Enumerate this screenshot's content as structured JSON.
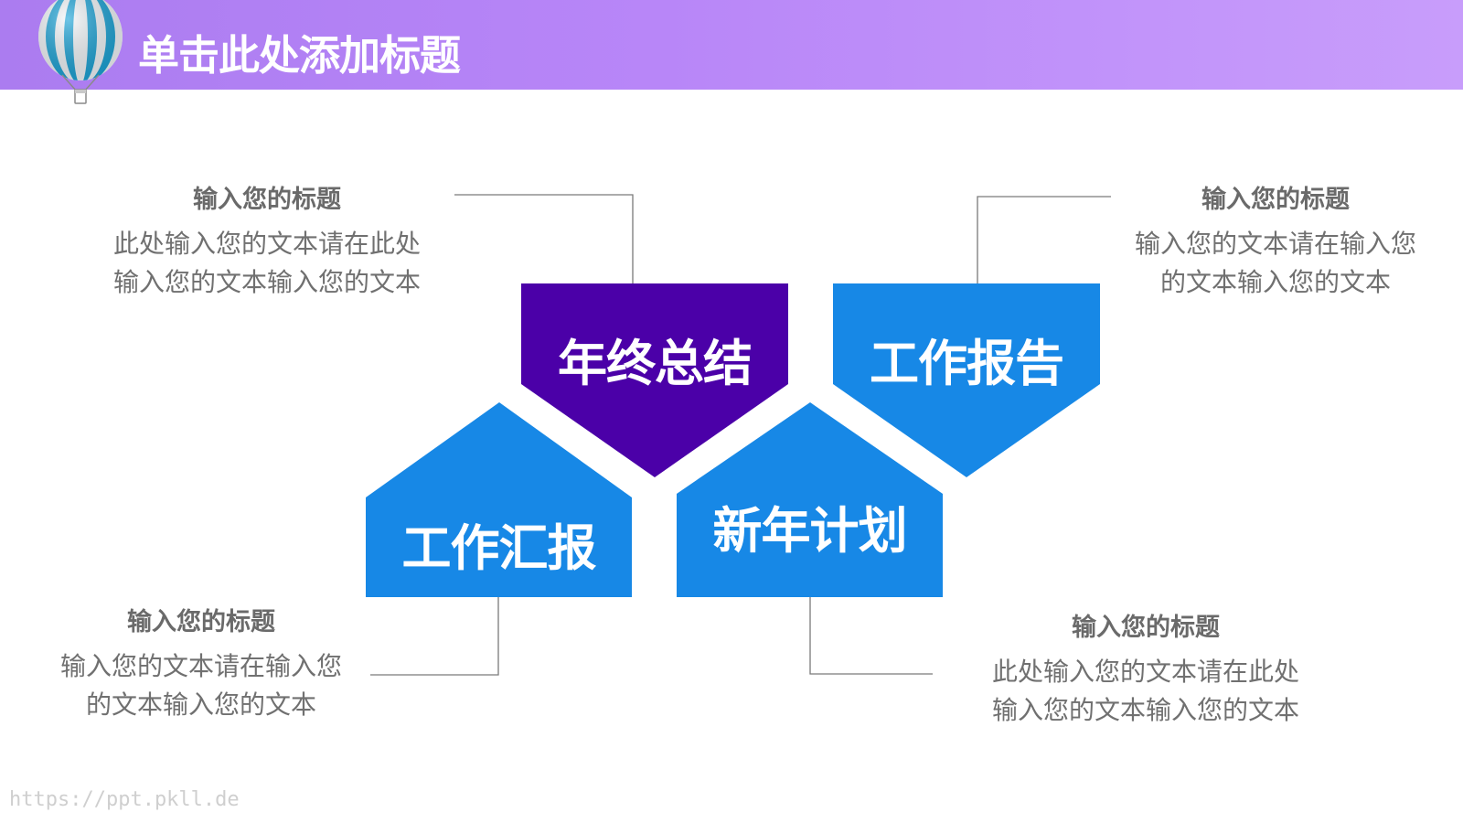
{
  "header": {
    "title": "单击此处添加标题"
  },
  "shapes": [
    {
      "label": "年终总结",
      "color": "#4b00a8"
    },
    {
      "label": "工作报告",
      "color": "#1788e6"
    },
    {
      "label": "工作汇报",
      "color": "#1788e6"
    },
    {
      "label": "新年计划",
      "color": "#1788e6"
    }
  ],
  "blocks": [
    {
      "title": "输入您的标题",
      "line1": "此处输入您的文本请在此处",
      "line2": "输入您的文本输入您的文本"
    },
    {
      "title": "输入您的标题",
      "line1": "输入您的文本请在输入您",
      "line2": "的文本输入您的文本"
    },
    {
      "title": "输入您的标题",
      "line1": "输入您的文本请在输入您",
      "line2": "的文本输入您的文本"
    },
    {
      "title": "输入您的标题",
      "line1": "此处输入您的文本请在此处",
      "line2": "输入您的文本输入您的文本"
    }
  ],
  "footer": {
    "watermark": "https://ppt.pkll.de"
  },
  "colors": {
    "header_gradient_start": "#ab7cf0",
    "header_gradient_end": "#c89dfb",
    "purple": "#4b00a8",
    "blue": "#1788e6",
    "text_gray": "#707070",
    "connector": "#7a7a7a"
  }
}
